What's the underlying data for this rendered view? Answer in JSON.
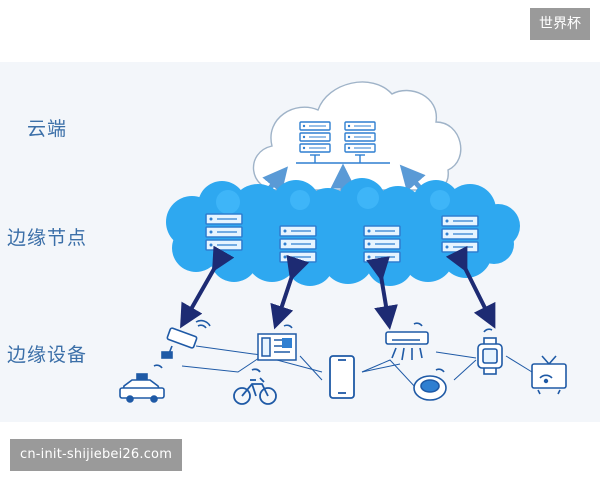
{
  "watermarks": {
    "top_right": "世界杯",
    "bottom_left": "cn-init-shijiebei26.com"
  },
  "layers": {
    "cloud": "云端",
    "edge_node": "边缘节点",
    "edge_device": "边缘设备"
  },
  "colors": {
    "edge_cloud": "#2ea8f0",
    "edge_cloud_light": "#4cc0ff",
    "server": "#2f7fd1",
    "arrow_dark": "#1d2b73",
    "arrow_light": "#5a9ad6",
    "label": "#3b6fa8",
    "device": "#1f5aa6"
  },
  "icons": [
    "cloud-icon",
    "server-icon",
    "camera-icon",
    "car-icon",
    "bicycle-icon",
    "building-icon",
    "smartphone-icon",
    "air-conditioner-icon",
    "robot-vacuum-icon",
    "smartwatch-icon",
    "tv-icon"
  ]
}
